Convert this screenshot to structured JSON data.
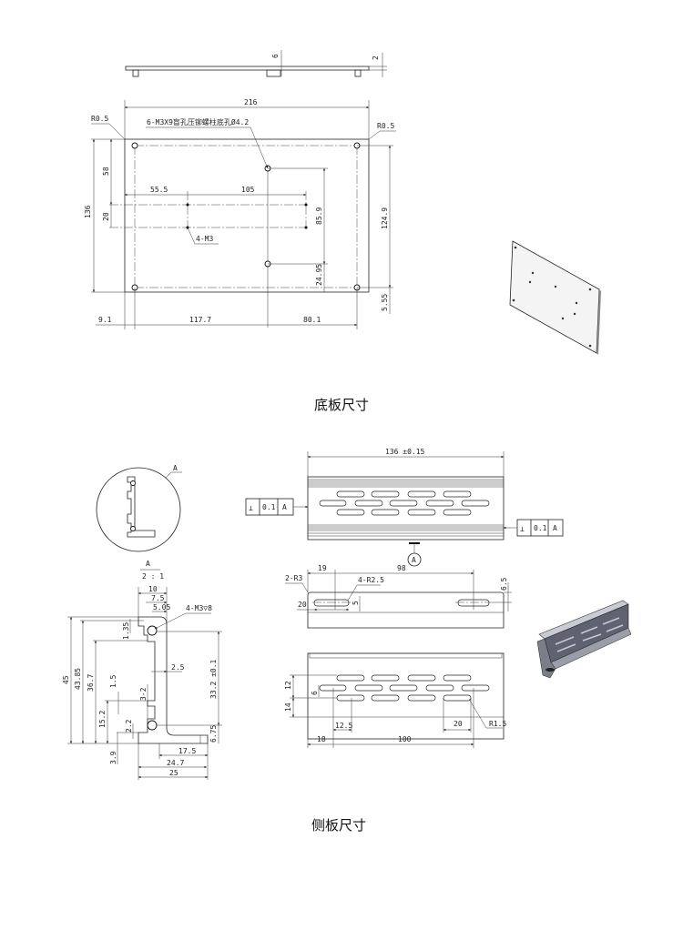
{
  "base_plate": {
    "caption": "底板尺寸",
    "side_view": {
      "thickness_dim": "6",
      "plate_dim": "2"
    },
    "front_view": {
      "width": "216",
      "height": "136",
      "corner_radius_left": "R0.5",
      "corner_radius_right": "R0.5",
      "hole_note": "6-M3X9盲孔压铆螺柱底孔Ø4.2",
      "m3_note": "4-M3",
      "dims": {
        "d58": "58",
        "d20": "20",
        "d55_5": "55.5",
        "d105": "105",
        "d85_9": "85.9",
        "d24_95": "24.95",
        "d124_9": "124.9",
        "d5_55": "5.55",
        "d9_1": "9.1",
        "d117_7": "117.7",
        "d80_1": "80.1"
      }
    }
  },
  "side_panel": {
    "caption": "侧板尺寸",
    "detail": {
      "label": "A",
      "scale_label": "A",
      "scale": "2 : 1"
    },
    "profile_dims": {
      "d10": "10",
      "d7_5": "7.5",
      "d5_05": "5.05",
      "thread_note": "4-M3▽8",
      "d45": "45",
      "d43_85": "43.85",
      "d36_7": "36.7",
      "d15_2": "15.2",
      "d1_5": "1.5",
      "d1_35": "1.35",
      "d3_2": "3-2",
      "d2_2": "2.2",
      "d3_9": "3.9",
      "d2_5": "2.5",
      "d33_2": "33.2 ±0.1",
      "d6_75": "6.75",
      "d17_5": "17.5",
      "d24_7": "24.7",
      "d25": "25"
    },
    "top_view": {
      "length": "136 ±0.15",
      "gdt_left": {
        "symbol": "⊥",
        "tolerance": "0.1",
        "datum": "A"
      },
      "gdt_right": {
        "symbol": "⊥",
        "tolerance": "0.1",
        "datum": "A"
      },
      "datum": "A"
    },
    "middle_view": {
      "d19": "19",
      "d98": "98",
      "r3": "2-R3",
      "r2_5": "4-R2.5",
      "d20": "20",
      "d5": "5",
      "d6_5": "6.5"
    },
    "bottom_view": {
      "d12": "12",
      "d14": "14",
      "d6": "6",
      "d12_5": "12.5",
      "d20": "20",
      "r1_5": "R1.5",
      "d18": "18",
      "d100": "100"
    }
  }
}
